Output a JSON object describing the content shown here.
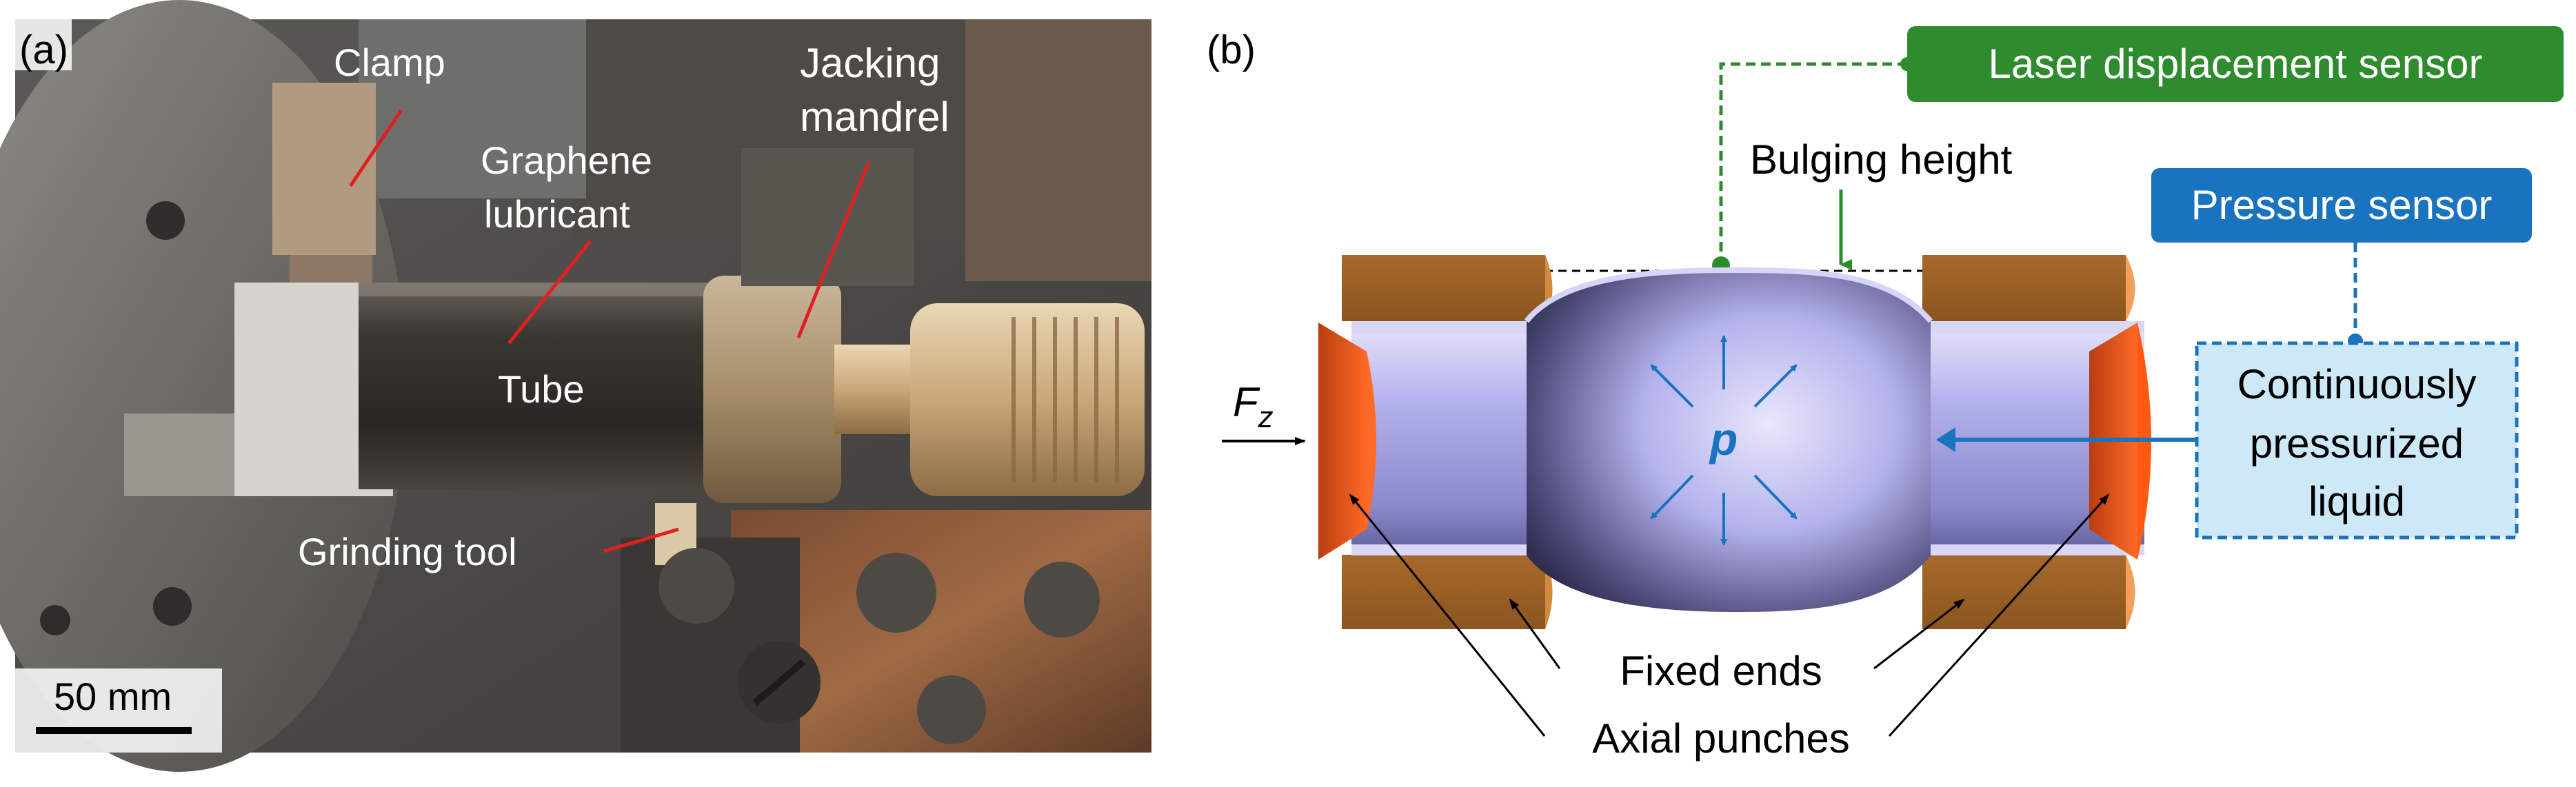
{
  "panel_a": {
    "label": "(a)",
    "annotations": {
      "clamp": "Clamp",
      "graphene_line1": "Graphene",
      "graphene_line2": "lubricant",
      "jacking_line1": "Jacking",
      "jacking_line2": "mandrel",
      "tube": "Tube",
      "grinding_tool": "Grinding tool",
      "scale_bar": "50 mm"
    },
    "colors": {
      "leader_line": "#e02020",
      "scale_bar": "#000000"
    }
  },
  "panel_b": {
    "label": "(b)",
    "laser_sensor": "Laser displacement sensor",
    "pressure_sensor": "Pressure sensor",
    "bulging_height": "Bulging height",
    "pressure_symbol": "p",
    "force_main": "F",
    "force_sub": "z",
    "liquid_line1": "Continuously",
    "liquid_line2": "pressurized",
    "liquid_line3": "liquid",
    "fixed_ends": "Fixed ends",
    "axial_punches": "Axial punches",
    "colors": {
      "laser_green": "#2e8b2e",
      "pressure_blue": "#1a73bf",
      "liquid_box_fill": "#cde9f8",
      "fixed_end_brown": "#9b5e22",
      "punch_orange": "#e0521a",
      "tube_lavender": "#b5b3ee",
      "arrow_blue": "#1a73bf"
    }
  }
}
